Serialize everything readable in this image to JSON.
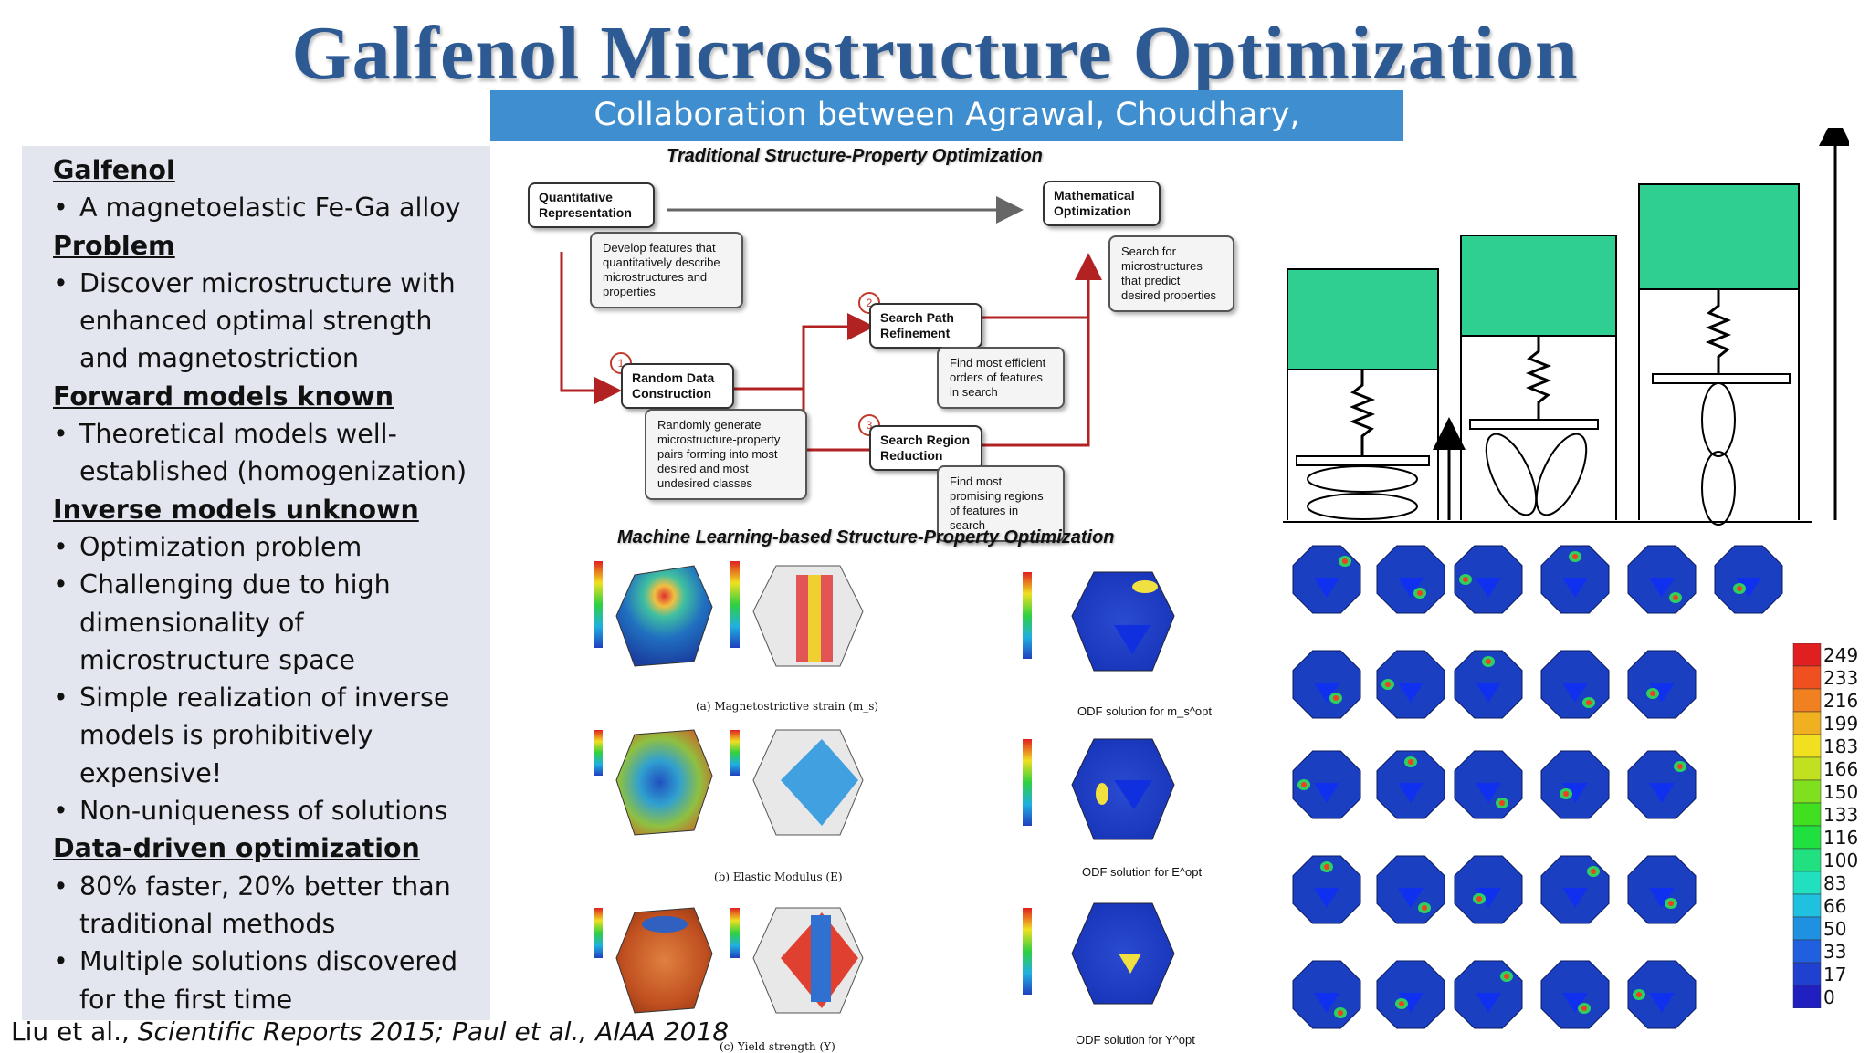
{
  "title": "Galfenol Microstructure Optimization",
  "subtitle": "Collaboration between Agrawal, Choudhary, Sundararaghavan",
  "left_panel": {
    "sections": [
      {
        "heading": "Galfenol",
        "bullets": [
          "A magnetoelastic Fe-Ga alloy"
        ]
      },
      {
        "heading": "Problem",
        "bullets": [
          "Discover microstructure with enhanced optimal strength and magnetostriction"
        ]
      },
      {
        "heading": "Forward models known",
        "bullets": [
          "Theoretical models well-established (homogenization)"
        ]
      },
      {
        "heading": "Inverse models unknown",
        "bullets": [
          "Optimization problem",
          "Challenging due to high dimensionality of microstructure space",
          "Simple realization of inverse models is prohibitively expensive!",
          "Non-uniqueness of solutions"
        ]
      },
      {
        "heading": "Data-driven optimization",
        "bullets": [
          "80% faster, 20% better than traditional methods",
          "Multiple solutions discovered for the first time"
        ]
      }
    ]
  },
  "citation": {
    "authors1": "Liu et al., ",
    "journal": "Scientific Reports 2015; Paul et al., AIAA 2018"
  },
  "flowchart": {
    "title": "Traditional Structure-Property Optimization",
    "quantitative": "Quantitative Representation",
    "quantitative_note": "Develop features that quantitatively describe microstructures and properties",
    "math": "Mathematical Optimization",
    "math_note": "Search for microstructures that predict desired properties",
    "random": "Random Data Construction",
    "random_note": "Randomly generate microstructure-property pairs forming into most desired and most undesired classes",
    "search_path": "Search Path Refinement",
    "search_path_note": "Find most efficient orders of features in search",
    "search_region": "Search Region Reduction",
    "search_region_note": "Find most promising regions of features in search",
    "num1": "1",
    "num2": "2",
    "num3": "3"
  },
  "ml": {
    "title": "Machine Learning-based Structure-Property Optimization",
    "caption_a": "(a) Magnetostrictive strain (m_s)",
    "caption_b": "(b) Elastic Modulus (E)",
    "caption_c": "(c) Yield strength (Y)",
    "odf_a": "ODF solution for m_s^opt",
    "odf_b": "ODF solution for E^opt",
    "odf_c": "ODF solution for Y^opt"
  },
  "legend": {
    "values": [
      "249",
      "233",
      "216",
      "199",
      "183",
      "166",
      "150",
      "133",
      "116",
      "100",
      "83",
      "66",
      "50",
      "33",
      "17",
      "0"
    ]
  },
  "colors": {
    "title": "#2e5a94",
    "subtitle_bg": "#3f8fd0",
    "panel_bg": "#e3e6ee",
    "arrow_red": "#b22222",
    "sphere_blue": "#1a3fc0",
    "green_block": "#2ecf91"
  }
}
